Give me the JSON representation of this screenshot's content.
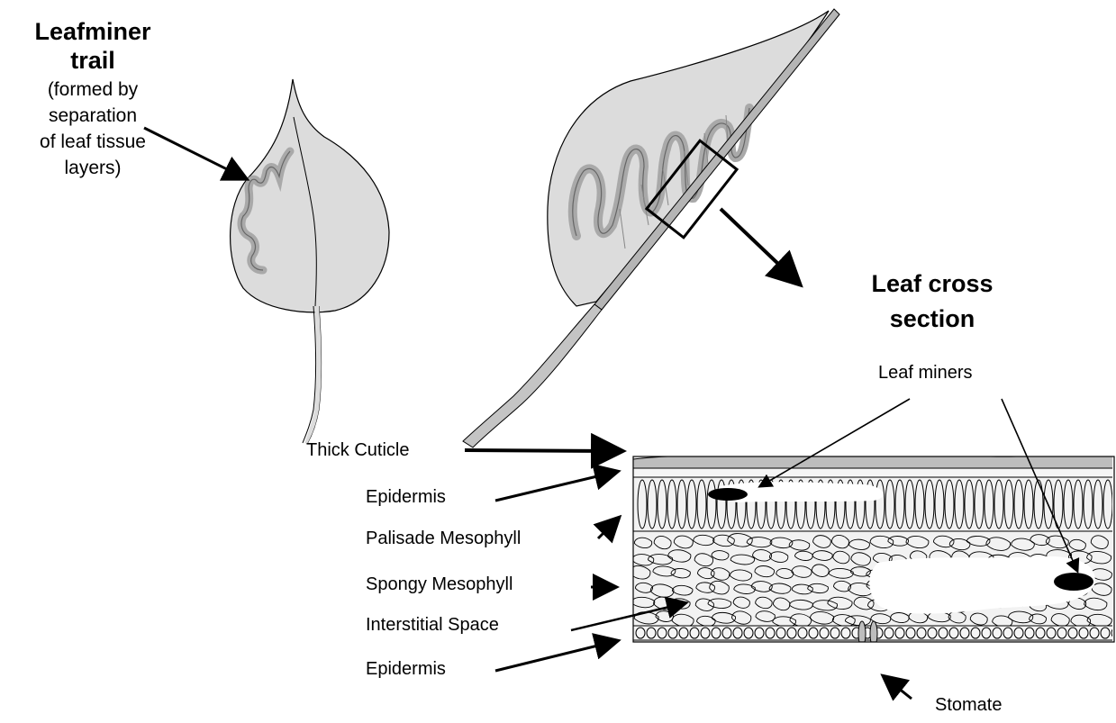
{
  "trail_label": {
    "title_line1": "Leafminer",
    "title_line2": "trail",
    "desc_line1": "(formed by",
    "desc_line2": "separation",
    "desc_line3": "of leaf tissue",
    "desc_line4": "layers)"
  },
  "cross_section_label": {
    "line1": "Leaf cross",
    "line2": "section"
  },
  "layer_labels": {
    "thick_cuticle": "Thick Cuticle",
    "epidermis_top": "Epidermis",
    "palisade": "Palisade Mesophyll",
    "spongy": "Spongy Mesophyll",
    "interstitial": "Interstitial Space",
    "epidermis_bottom": "Epidermis"
  },
  "leaf_miners_label": "Leaf miners",
  "stomate_label": "Stomate",
  "colors": {
    "leaf_fill": "#dcdcdc",
    "trail": "#a9a9a9",
    "stroke": "#000000"
  }
}
